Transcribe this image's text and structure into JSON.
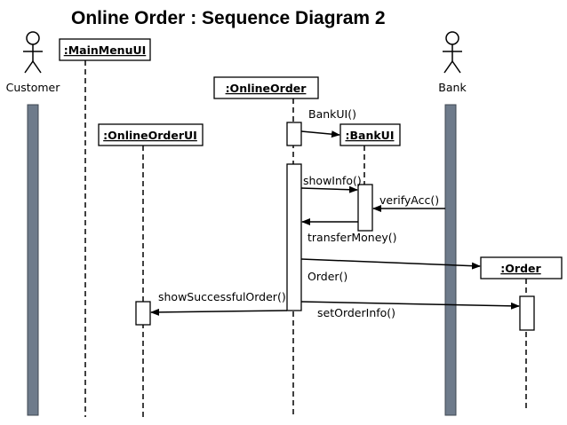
{
  "title": "Online Order : Sequence Diagram 2",
  "actors": {
    "customer": "Customer",
    "bank": "Bank"
  },
  "objects": {
    "main_menu_ui": ":MainMenuUI",
    "online_order": ":OnlineOrder",
    "online_order_ui": ":OnlineOrderUI",
    "bank_ui": ":BankUI",
    "order": ":Order"
  },
  "messages": {
    "bank_ui_create": "BankUI()",
    "show_info": "showInfo()",
    "verify_acc": "verifyAcc()",
    "transfer_money": "transferMoney()",
    "order_create": "Order()",
    "show_successful_order": "showSuccessfulOrder()",
    "set_order_info": "setOrderInfo()"
  },
  "colors": {
    "actor_bar_fill": "#6e7b8b",
    "line": "#000000",
    "background": "#ffffff"
  }
}
